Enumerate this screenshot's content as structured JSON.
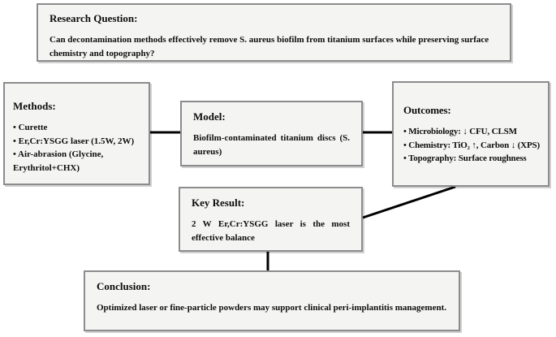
{
  "diagram": {
    "boxes": {
      "research_question": {
        "title": "Research Question:",
        "body": "Can decontamination methods effectively remove S. aureus biofilm from titanium surfaces while preserving surface chemistry and topography?"
      },
      "methods": {
        "title": "Methods:",
        "items": [
          "• Curette",
          "• Er,Cr:YSGG laser (1.5W, 2W)",
          "• Air-abrasion (Glycine, Erythritol+CHX)"
        ]
      },
      "model": {
        "title": "Model:",
        "body": "Biofilm-contaminated titanium discs (S. aureus)"
      },
      "outcomes": {
        "title": "Outcomes:",
        "items": [
          "• Microbiology: ↓ CFU, CLSM",
          "• Chemistry: TiO₂ ↑, Carbon ↓ (XPS)",
          "• Topography: Surface roughness"
        ]
      },
      "key_result": {
        "title": "Key Result:",
        "body": "2 W Er,Cr:YSGG laser is the most effective balance"
      },
      "conclusion": {
        "title": "Conclusion:",
        "body": "Optimized laser or fine-particle powders may support clinical peri-implantitis management."
      }
    },
    "colors": {
      "box_fill": "#f4f4f3",
      "box_border": "#8c8c8c",
      "connector": "#000000",
      "text": "#0d0d0d"
    }
  }
}
